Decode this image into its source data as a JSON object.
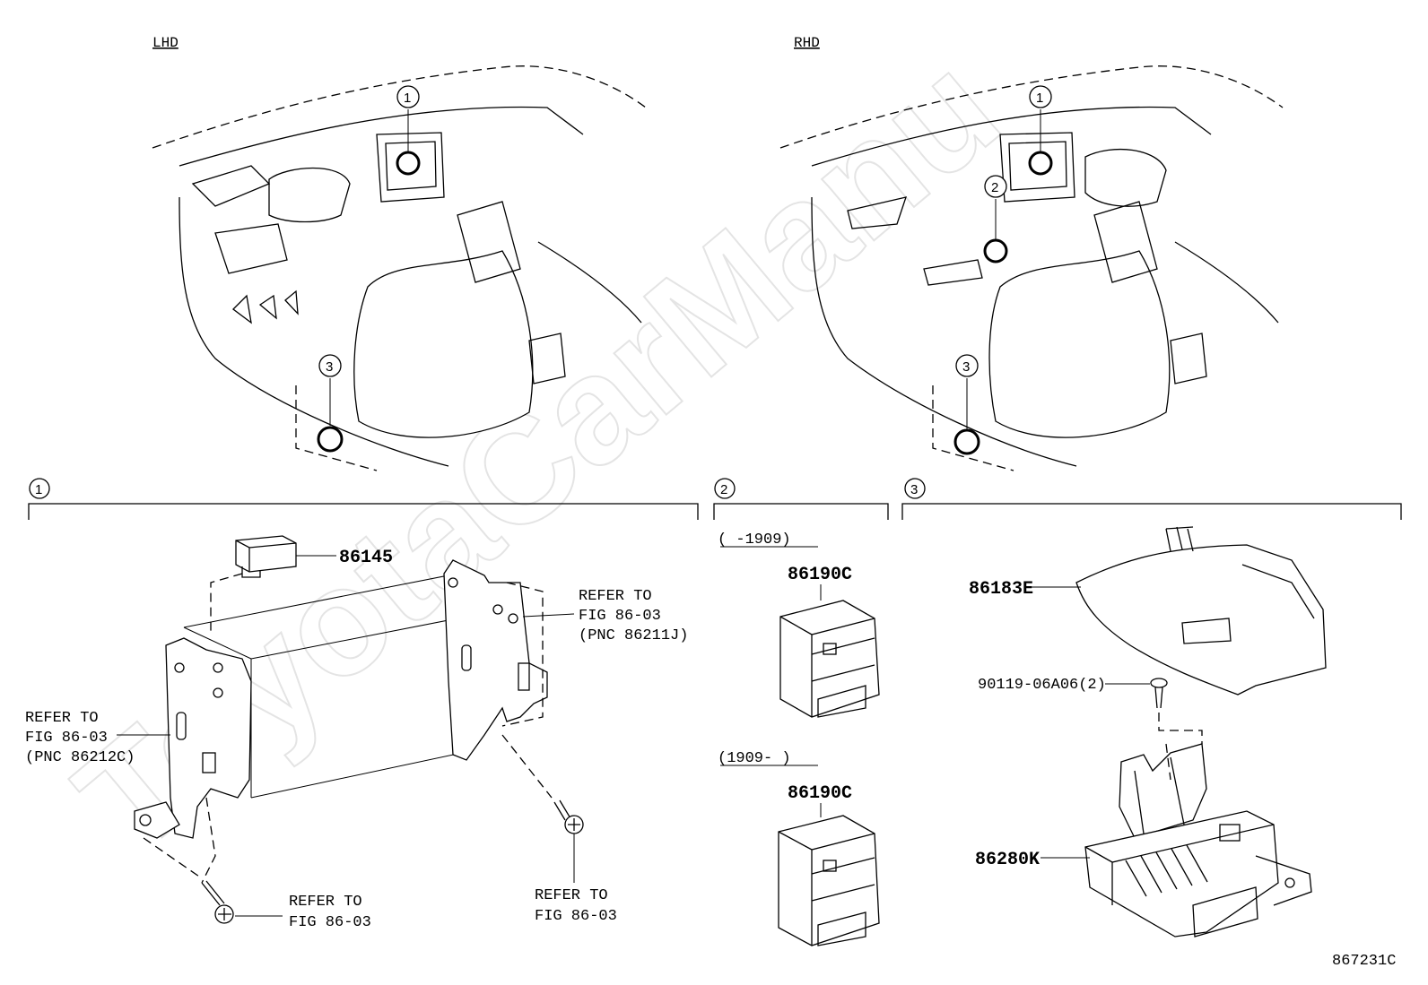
{
  "views": {
    "lhd_label": "LHD",
    "rhd_label": "RHD"
  },
  "callouts": {
    "one": "1",
    "two": "2",
    "three": "3"
  },
  "watermark": "ToyotaCarManu",
  "section1": {
    "part_86145": "86145",
    "refer_right": {
      "l1": "REFER TO",
      "l2": "FIG 86-03",
      "l3": "(PNC 86211J)"
    },
    "refer_left": {
      "l1": "REFER TO",
      "l2": "FIG 86-03",
      "l3": "(PNC 86212C)"
    },
    "refer_bolt_left": {
      "l1": "REFER TO",
      "l2": "FIG 86-03"
    },
    "refer_bolt_right": {
      "l1": "REFER TO",
      "l2": "FIG 86-03"
    }
  },
  "section2": {
    "range_upper": "(         -1909)",
    "part_upper": "86190C",
    "range_lower": "(1909-         )",
    "part_lower": "86190C"
  },
  "section3": {
    "part_cover": "86183E",
    "part_screw": "90119-06A06(2)",
    "part_module": "86280K"
  },
  "figure_id": "867231C"
}
